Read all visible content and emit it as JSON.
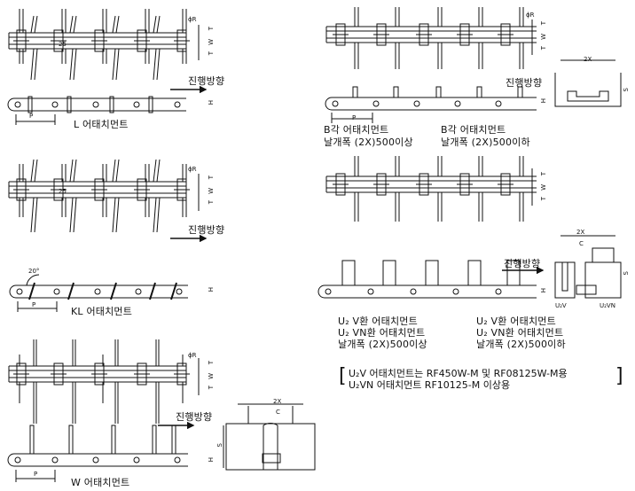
{
  "labels": {
    "direction": "진행방향",
    "l_type": "L 어태치먼트",
    "kl_type": "KL 어태치먼트",
    "w_type": "W 어태치먼트",
    "b_over": "B각 어태치먼트",
    "b_over_sub": "날개폭 (2X)500이상",
    "b_under": "B각 어태치먼트",
    "b_under_sub": "날개폭 (2X)500이하",
    "u2v_left": "U₂ V환 어태치먼트",
    "u2vn_left": "U₂ VN환 어태치먼트",
    "u2_left_sub": "날개폭 (2X)500이상",
    "u2v_right": "U₂ V환 어태치먼트",
    "u2vn_right": "U₂ VN환 어태치먼트",
    "u2_right_sub": "날개폭 (2X)500이하",
    "note_line1": "U₂V 어태치먼트는 RF450W-M 및 RF08125W-M용",
    "note_line2": "U₂VN 어태치먼트 RF10125-M 이상용",
    "bracket_open": "[",
    "bracket_close": "]"
  },
  "dims": {
    "phiR": "ϕR",
    "T": "T",
    "W": "W",
    "H": "H",
    "P": "P",
    "S": "S",
    "C": "C",
    "X2": "2X",
    "A25": "25",
    "A20": "20°",
    "U2V": "U₂V",
    "U2VN": "U₂VN"
  }
}
